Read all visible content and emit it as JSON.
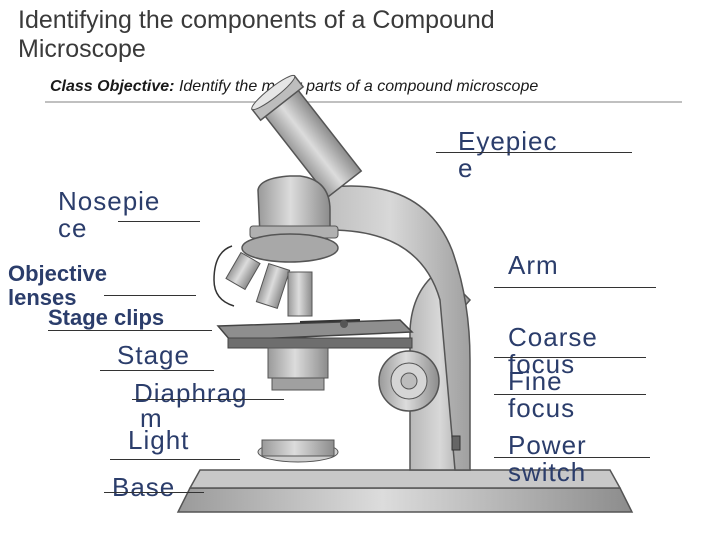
{
  "slide": {
    "title_line1": "Identifying the components of a Compound",
    "title_line2": "Microscope",
    "objective_label": "Class Objective:",
    "objective_text": " Identify the major parts of a compound microscope"
  },
  "labels": {
    "nosepiece": [
      "Nosepie",
      "ce"
    ],
    "objective_lenses": [
      "Objective",
      "lenses"
    ],
    "stage_clips": "Stage clips",
    "stage": "Stage",
    "diaphragm": [
      "Diaphrag",
      "m"
    ],
    "light": "Light",
    "base": "Base",
    "eyepiece": [
      "Eyepiec",
      "e"
    ],
    "arm": "Arm",
    "coarse_focus": [
      "Coarse",
      "focus"
    ],
    "fine_focus": [
      "Fine",
      "focus"
    ],
    "power_switch": [
      "Power",
      "switch"
    ]
  },
  "colors": {
    "label": "#2b3d6b",
    "title": "#3a3a3a",
    "rule": "#c0c0c0"
  }
}
